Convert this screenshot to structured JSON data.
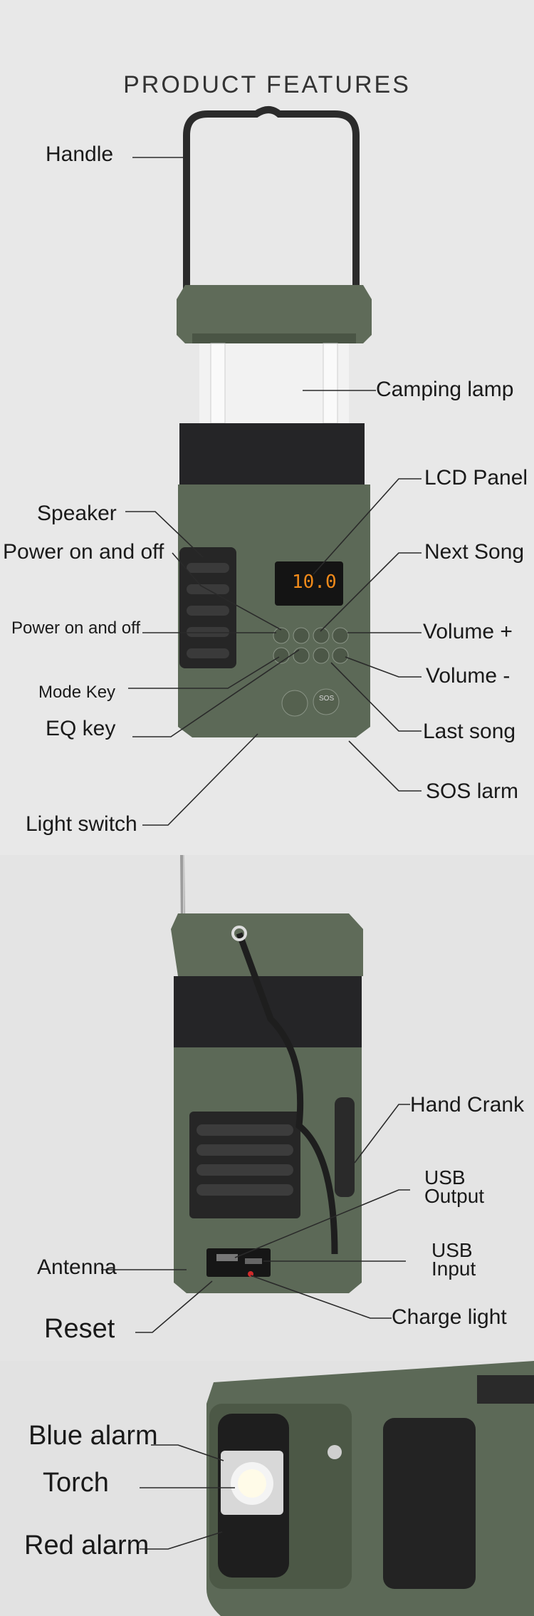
{
  "title": "PRODUCT  FEATURES",
  "section1": {
    "handle": "Handle",
    "camping_lamp": "Camping lamp",
    "lcd_panel": "LCD Panel",
    "speaker": "Speaker",
    "power1": "Power on and off",
    "next_song": "Next Song",
    "power2": "Power on and off",
    "volume_plus": "Volume +",
    "mode_key": "Mode Key",
    "volume_minus": "Volume -",
    "eq_key": "EQ key",
    "last_song": "Last song",
    "sos": "SOS larm",
    "light_switch": "Light switch",
    "lcd_value": "10.0",
    "sos_btn": "SOS"
  },
  "section2": {
    "hand_crank": "Hand Crank",
    "usb_output_1": "USB",
    "usb_output_2": "Output",
    "usb_input_1": "USB",
    "usb_input_2": "Input",
    "antenna": "Antenna",
    "reset": "Reset",
    "charge_light": "Charge light"
  },
  "section3": {
    "blue_alarm": "Blue alarm",
    "torch": "Torch",
    "red_alarm": "Red alarm"
  },
  "colors": {
    "body_green": "#5d6a58",
    "dark_green": "#48533f",
    "black_band": "#262628",
    "line": "#2a2a2a",
    "lcd_orange": "#f08a1a"
  }
}
